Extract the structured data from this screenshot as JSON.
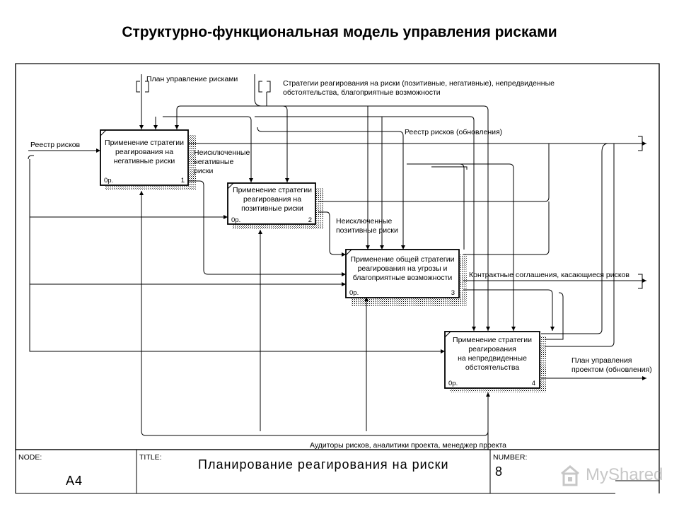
{
  "page_title": "Структурно-функциональная модель управления рисками",
  "boxes": [
    {
      "lines": [
        "Применение стратегии",
        "реагирования на",
        "негативные риски"
      ],
      "cost": "0р.",
      "number": "1"
    },
    {
      "lines": [
        "Применение стратегии",
        "реагирования на",
        "позитивные риски"
      ],
      "cost": "0р.",
      "number": "2"
    },
    {
      "lines": [
        "Применение общей стратегии",
        "реагирования на угрозы и",
        "благоприятные возможности"
      ],
      "cost": "0р.",
      "number": "3"
    },
    {
      "lines": [
        "Применение стратегии",
        "реагирования",
        "на непредвиденные",
        "обстоятельства"
      ],
      "cost": "0р.",
      "number": "4"
    }
  ],
  "arrows": {
    "plan": "План управление рисками",
    "strategies": [
      "Стратегии реагирования на риски (позитивные, негативные), непредвиденные",
      "обстоятельства, благоприятные возможности"
    ],
    "registry_in": "Реестр рисков",
    "registry_out": "Реестр рисков (обновления)",
    "neg_remaining": [
      "Неисключенные",
      "негативные",
      "риски"
    ],
    "pos_remaining": [
      "Неисключенные",
      "позитивные риски"
    ],
    "contracts": "Контрактные соглашения, касающиеся рисков",
    "plan_update": [
      "План управления",
      "проектом (обновления)"
    ],
    "mechanisms": "Аудиторы рисков, аналитики проекта, менеджер проекта"
  },
  "frame": {
    "node_label": "NODE:",
    "node_value": "A4",
    "title_label": "TITLE:",
    "title_value": "Планирование реагирования на риски",
    "number_label": "NUMBER:",
    "number_value": "8"
  },
  "watermark": "MyShared"
}
